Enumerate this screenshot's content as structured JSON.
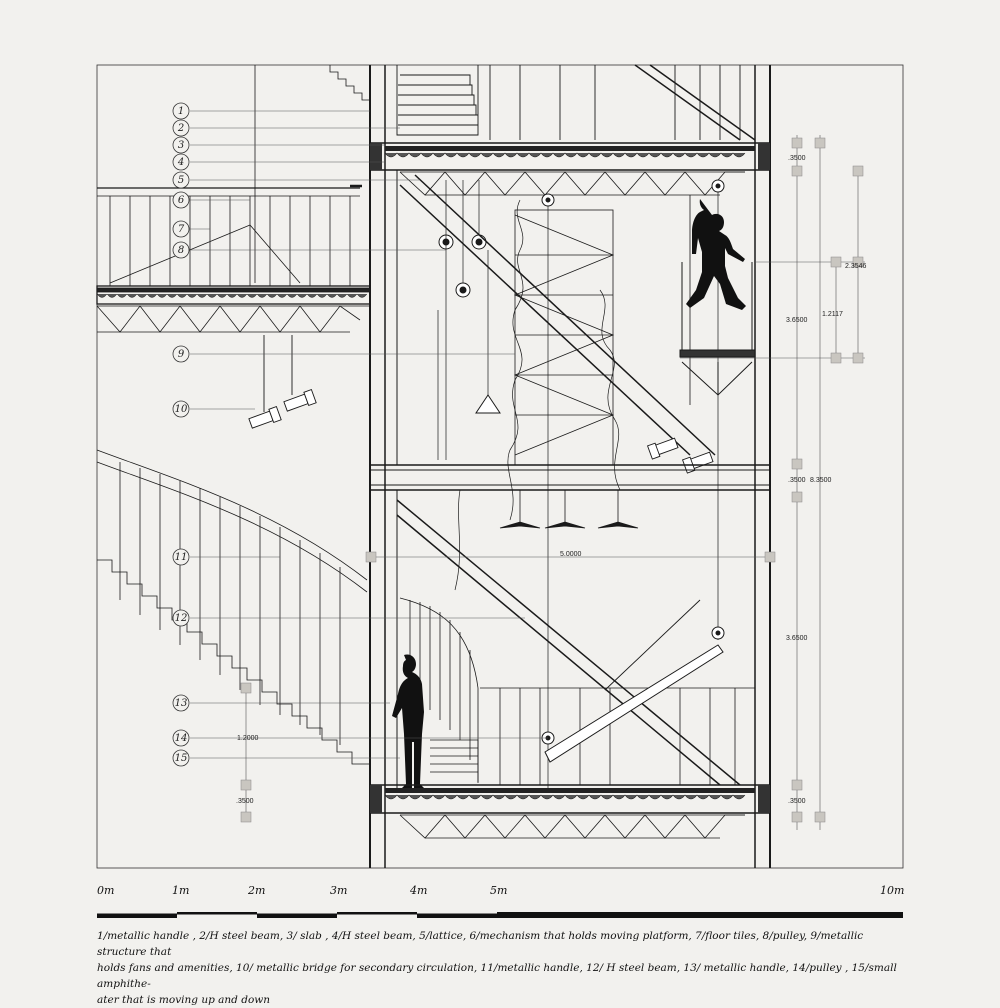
{
  "callouts": [
    "1",
    "2",
    "3",
    "4",
    "5",
    "6",
    "7",
    "8",
    "9",
    "10",
    "11",
    "12",
    "13",
    "14",
    "15"
  ],
  "dimensions": {
    "slab_top": ".3500",
    "upper_height": "3.6500",
    "platform_height": "1.2117",
    "platform_offset": "2.3546",
    "total_height": "8.3500",
    "slab_mid": ".3500",
    "lower_height": "3.6500",
    "slab_bottom": ".3500",
    "span_width": "5.0000",
    "amphitheater_height": "1.2000",
    "left_slab": ".3500"
  },
  "scale": {
    "labels": [
      "0m",
      "1m",
      "2m",
      "3m",
      "4m",
      "5m",
      "10m"
    ]
  },
  "legend": {
    "line1": "1/metallic handle , 2/H steel beam, 3/ slab , 4/H steel beam, 5/lattice, 6/mechanism that holds moving platform, 7/floor tiles, 8/pulley, 9/metallic structure that",
    "line2": "holds fans and amenities, 10/  metallic bridge for secondary circulation, 11/metallic handle, 12/  H steel beam, 13/ metallic handle, 14/pulley , 15/small amphithe-",
    "line3": "ater that is moving up and down"
  },
  "colors": {
    "line": "#1a1a1a",
    "marker": "#c9c6c0",
    "background": "#f2f1ee"
  }
}
